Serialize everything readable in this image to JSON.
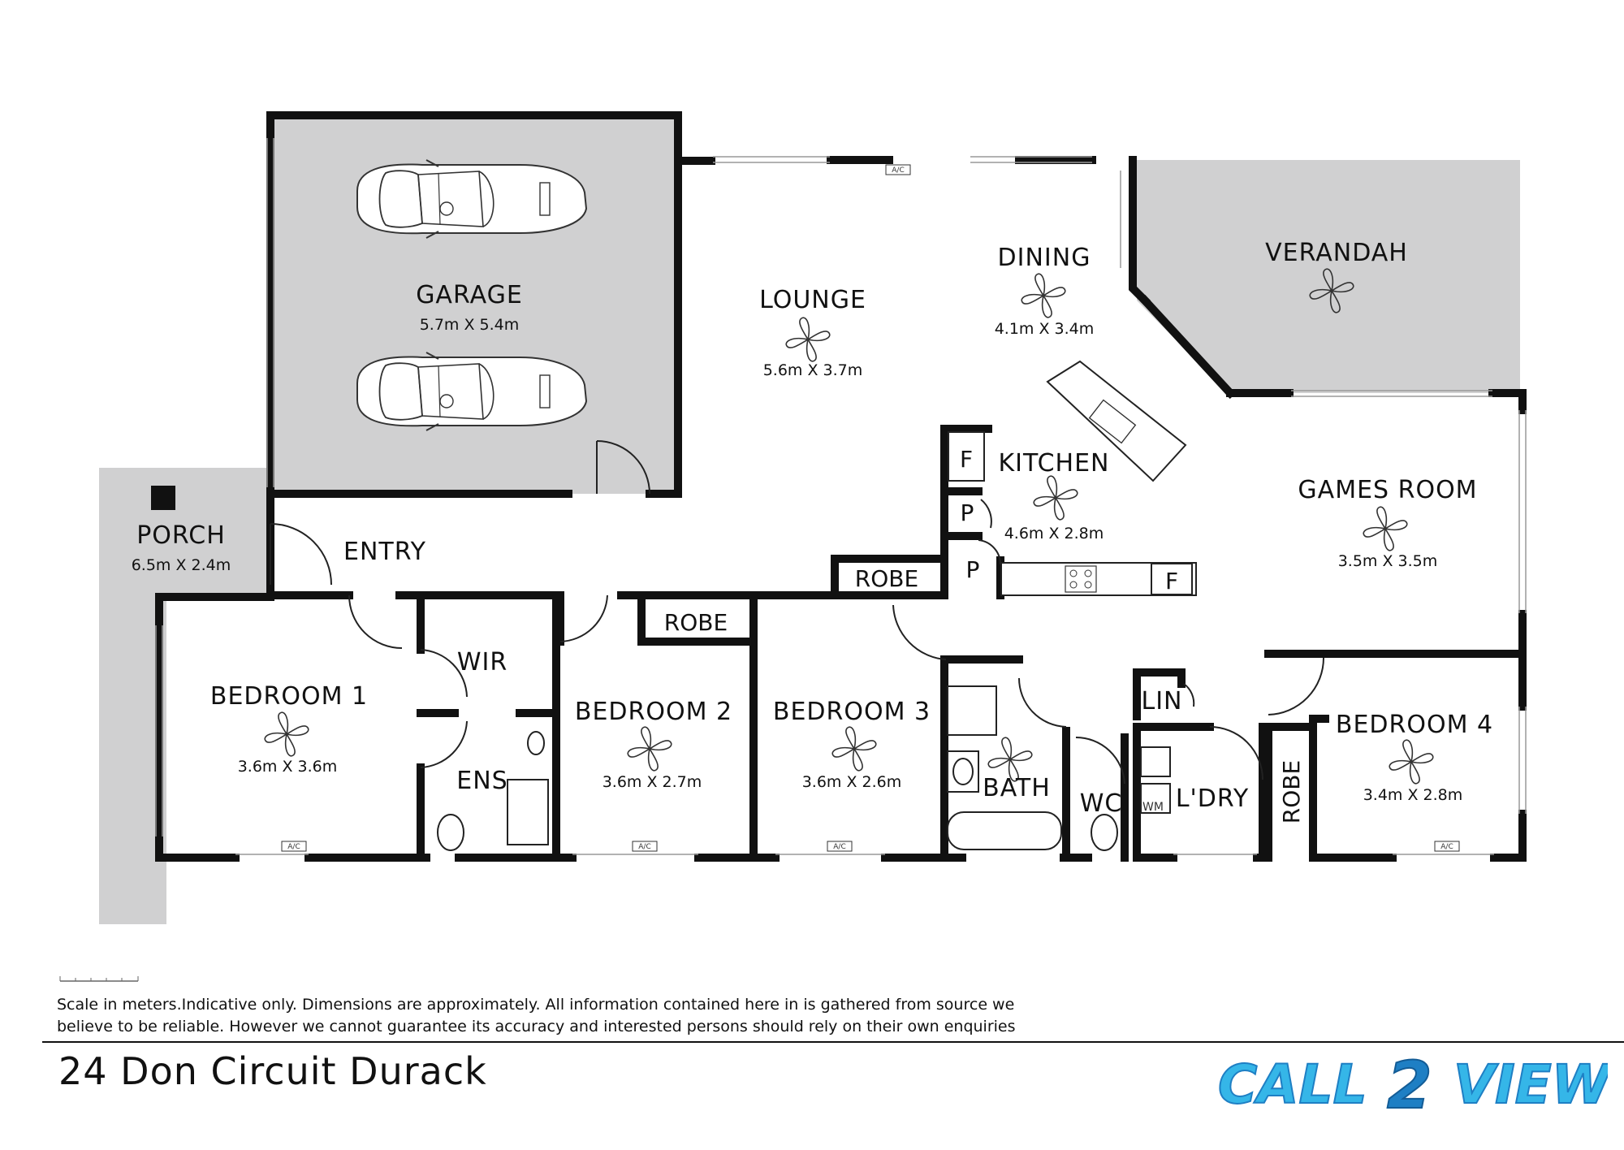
{
  "rooms": {
    "garage": {
      "name": "GARAGE",
      "dim": "5.7m X 5.4m"
    },
    "lounge": {
      "name": "LOUNGE",
      "dim": "5.6m X 3.7m"
    },
    "dining": {
      "name": "DINING",
      "dim": "4.1m X 3.4m"
    },
    "verandah": {
      "name": "VERANDAH"
    },
    "kitchen": {
      "name": "KITCHEN",
      "dim": "4.6m X 2.8m"
    },
    "games": {
      "name": "GAMES ROOM",
      "dim": "3.5m X 3.5m"
    },
    "porch": {
      "name": "PORCH",
      "dim": "6.5m X 2.4m"
    },
    "entry": {
      "name": "ENTRY"
    },
    "bed1": {
      "name": "BEDROOM 1",
      "dim": "3.6m X 3.6m"
    },
    "bed2": {
      "name": "BEDROOM 2",
      "dim": "3.6m X 2.7m"
    },
    "bed3": {
      "name": "BEDROOM 3",
      "dim": "3.6m X 2.6m"
    },
    "bed4": {
      "name": "BEDROOM 4",
      "dim": "3.4m X 2.8m"
    },
    "wir": {
      "name": "WIR"
    },
    "ens": {
      "name": "ENS"
    },
    "bath": {
      "name": "BATH"
    },
    "wc": {
      "name": "WC"
    },
    "lin": {
      "name": "LIN"
    },
    "ldry": {
      "name": "L'DRY"
    },
    "robe_main": {
      "name": "ROBE"
    },
    "robe_bed2": {
      "name": "ROBE"
    },
    "robe_bed4": {
      "name": "ROBE"
    }
  },
  "fixtures": {
    "fridge": "F",
    "fridge2": "F",
    "pantry1": "P",
    "pantry2": "P",
    "washing_machine": "WM",
    "aircon": "A/C"
  },
  "footer": {
    "disclaimer_line1": "Scale in meters.Indicative only. Dimensions are approximately. All information contained here in is gathered from source we",
    "disclaimer_line2": "believe to be reliable. However we cannot guarantee its accuracy and interested persons should rely on their own enquiries",
    "address": "24 Don Circuit Durack"
  },
  "brand": {
    "part1": "CALL",
    "part2": "2",
    "part3": "VIEW",
    "color_main": "#35b6e8",
    "color_accent": "#1e7fc4"
  }
}
